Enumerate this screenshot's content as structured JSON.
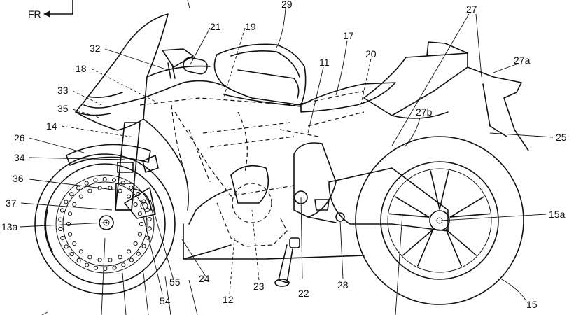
{
  "direction": {
    "label": "FR"
  },
  "labels": {
    "l13a": "13a",
    "l37": "37",
    "l36": "36",
    "l34": "34",
    "l26": "26",
    "l14": "14",
    "l35": "35",
    "l33": "33",
    "l18": "18",
    "l32": "32",
    "l21": "21",
    "l19": "19",
    "l29": "29",
    "l17": "17",
    "l11": "11",
    "l20": "20",
    "l27": "27",
    "l27a": "27a",
    "l27b": "27b",
    "l25": "25",
    "l15a": "15a",
    "l15": "15",
    "l55": "55",
    "l54": "54",
    "l24": "24",
    "l12": "12",
    "l23": "23",
    "l22": "22",
    "l28": "28"
  }
}
